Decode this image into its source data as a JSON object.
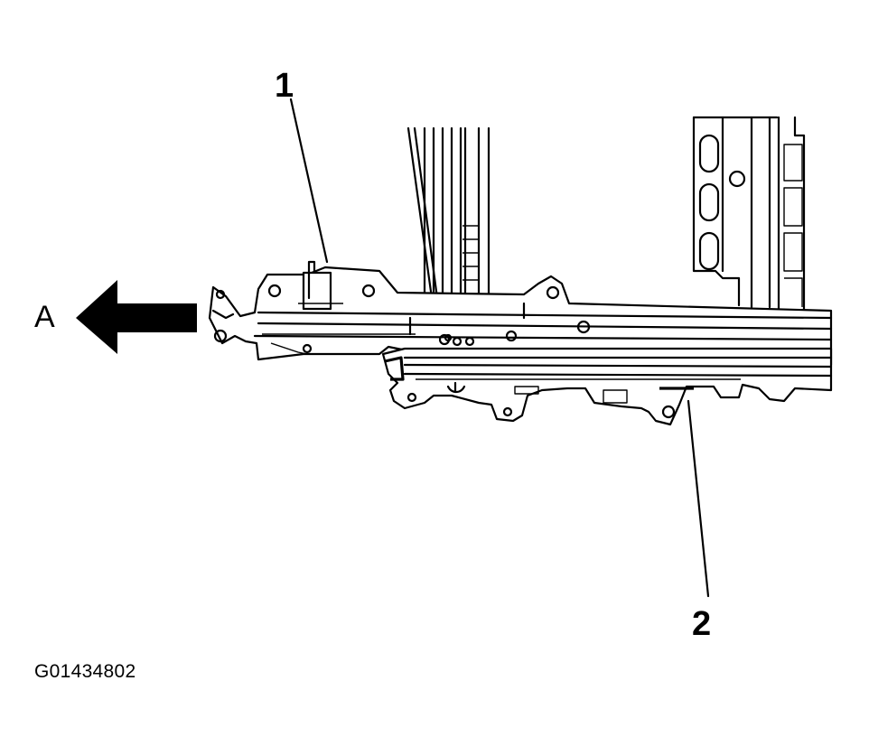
{
  "callouts": {
    "label_1": "1",
    "label_2": "2",
    "direction_label": "A"
  },
  "figure_id": "G01434802",
  "icons": {
    "direction_arrow": "left-arrow-icon"
  }
}
